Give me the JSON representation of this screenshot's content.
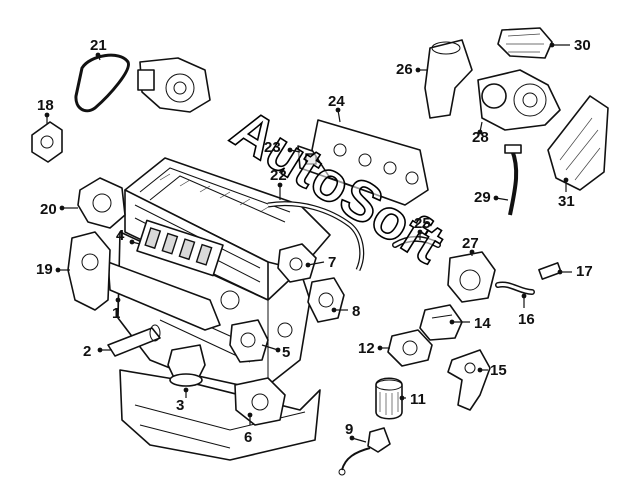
{
  "watermark": {
    "text": "AutoSoft"
  },
  "callouts": [
    {
      "id": "1",
      "label": "1"
    },
    {
      "id": "2",
      "label": "2"
    },
    {
      "id": "3",
      "label": "3"
    },
    {
      "id": "4",
      "label": "4"
    },
    {
      "id": "5",
      "label": "5"
    },
    {
      "id": "6",
      "label": "6"
    },
    {
      "id": "7",
      "label": "7"
    },
    {
      "id": "8",
      "label": "8"
    },
    {
      "id": "9",
      "label": "9"
    },
    {
      "id": "11",
      "label": "11"
    },
    {
      "id": "12",
      "label": "12"
    },
    {
      "id": "14",
      "label": "14"
    },
    {
      "id": "15",
      "label": "15"
    },
    {
      "id": "16",
      "label": "16"
    },
    {
      "id": "17",
      "label": "17"
    },
    {
      "id": "18",
      "label": "18"
    },
    {
      "id": "19",
      "label": "19"
    },
    {
      "id": "20",
      "label": "20"
    },
    {
      "id": "21",
      "label": "21"
    },
    {
      "id": "22",
      "label": "22"
    },
    {
      "id": "23",
      "label": "23"
    },
    {
      "id": "24",
      "label": "24"
    },
    {
      "id": "25",
      "label": "25"
    },
    {
      "id": "26",
      "label": "26"
    },
    {
      "id": "27",
      "label": "27"
    },
    {
      "id": "28",
      "label": "28"
    },
    {
      "id": "29",
      "label": "29"
    },
    {
      "id": "30",
      "label": "30"
    },
    {
      "id": "31",
      "label": "31"
    }
  ]
}
